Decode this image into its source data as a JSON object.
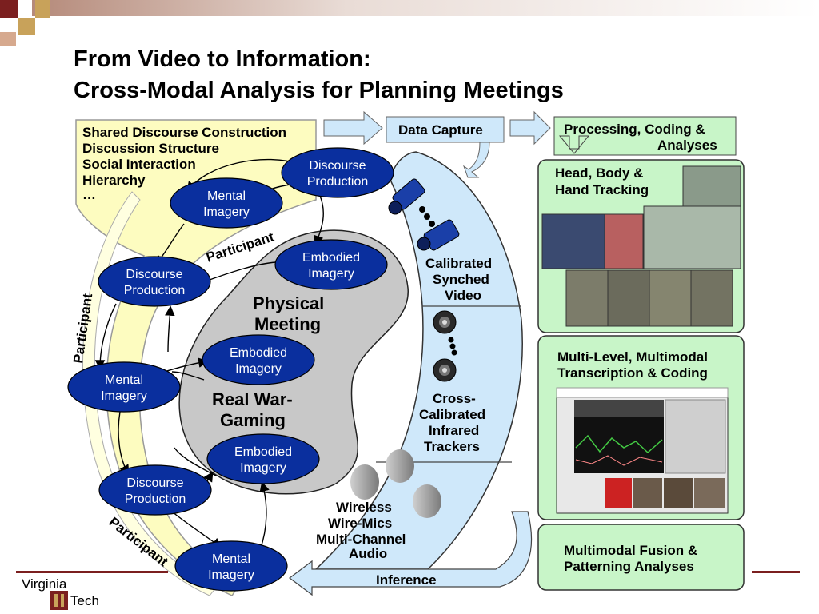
{
  "slide": {
    "title_line1": "From Video to Information:",
    "title_line2": "Cross-Modal Analysis for Planning Meetings"
  },
  "topics": [
    "Shared Discourse Construction",
    "Discussion Structure",
    "Social Interaction",
    "Hierarchy",
    "…"
  ],
  "data_capture": {
    "label": "Data Capture",
    "video": [
      "Calibrated",
      "Synched",
      "Video"
    ],
    "trackers": [
      "Cross-",
      "Calibrated",
      "Infrared",
      "Trackers"
    ],
    "audio": [
      "Wireless",
      "Wire-Mics",
      "Multi-Channel",
      "Audio"
    ]
  },
  "processing": {
    "label_line1": "Processing, Coding &",
    "label_line2": "Analyses",
    "tracking": [
      "Head, Body &",
      "Hand Tracking"
    ],
    "transcription": [
      "Multi-Level, Multimodal",
      "Transcription & Coding"
    ],
    "fusion": [
      "Multimodal Fusion &",
      "Patterning Analyses"
    ]
  },
  "inference": "Inference",
  "meeting": {
    "physical": [
      "Physical",
      "Meeting"
    ],
    "wargaming": [
      "Real War-",
      "Gaming"
    ]
  },
  "participant": "Participant",
  "nodes": {
    "discourse_production": [
      "Discourse",
      "Production"
    ],
    "mental_imagery": [
      "Mental",
      "Imagery"
    ],
    "embodied_imagery": [
      "Embodied",
      "Imagery"
    ]
  },
  "logo": {
    "line1": "Virginia",
    "line2": "Tech"
  },
  "colors": {
    "node_fill": "#0a2f9e",
    "capture_fill": "#cfe8fa",
    "processing_fill": "#c8f5c8",
    "topic_fill": "#fdfcc0",
    "meeting_fill": "#c8c8c8",
    "accent": "#7b1f1f"
  }
}
